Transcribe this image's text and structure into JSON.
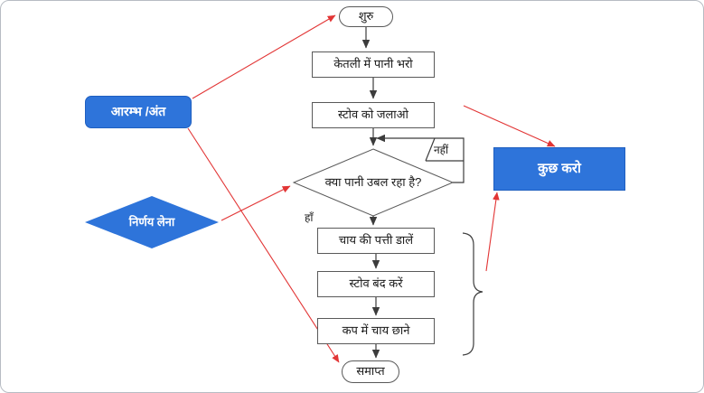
{
  "flowchart": {
    "start_label": "शुरु",
    "steps": [
      {
        "label": "केतली में पानी भरो"
      },
      {
        "label": "स्टोव को जलाओ"
      }
    ],
    "decision": {
      "label": "क्या पानी उबल रहा है?",
      "no_label": "नहीं",
      "yes_label": "हाँ"
    },
    "post_steps": [
      {
        "label": "चाय की पत्ती डालें"
      },
      {
        "label": "स्टोव बंद करें"
      },
      {
        "label": "कप में चाय छाने"
      }
    ],
    "end_label": "समाप्त"
  },
  "annotations": {
    "terminator_label": "आरम्भ /अंत",
    "decision_label": "निर्णय लेना",
    "process_label": "कुछ करो"
  },
  "colors": {
    "annotation_blue": "#2e74da",
    "arrow_red": "#e23535",
    "line_dark": "#3c3c3c"
  }
}
